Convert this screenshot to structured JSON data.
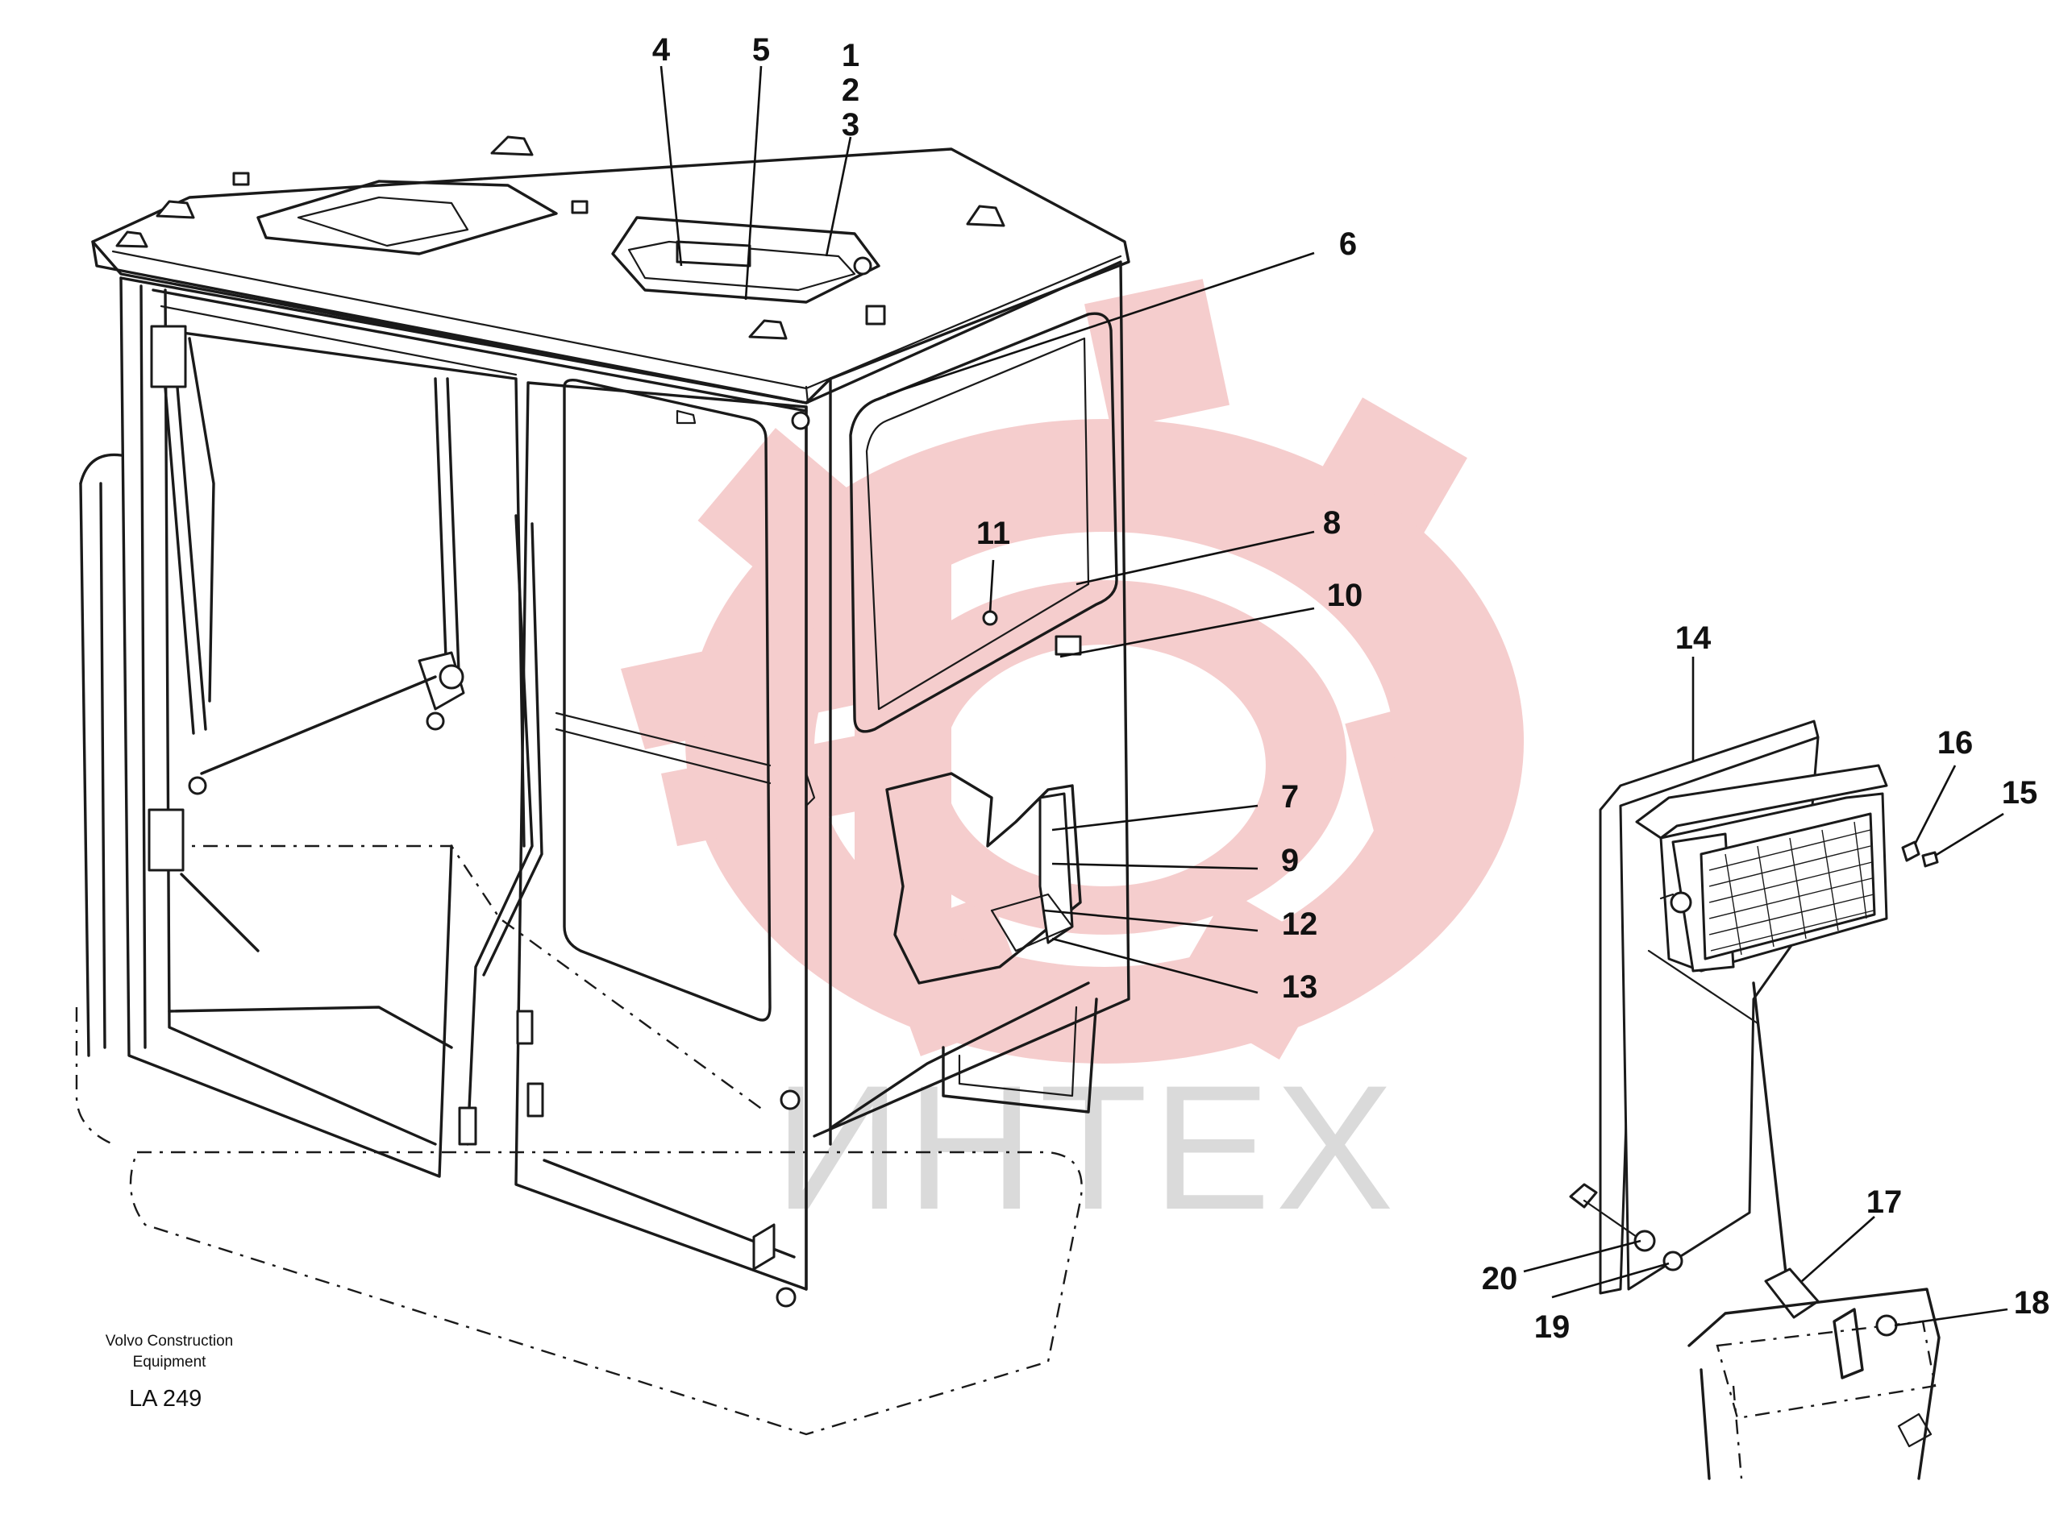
{
  "drawing": {
    "publisher_line1": "Volvo Construction",
    "publisher_line2": "Equipment",
    "drawing_code": "LA 249"
  },
  "watermark": {
    "text": "ИНТЕХ",
    "gear_color": "#f2b8b8",
    "text_color": "#d9d9d9"
  },
  "callouts": [
    "1",
    "2",
    "3",
    "4",
    "5",
    "6",
    "7",
    "8",
    "9",
    "10",
    "11",
    "12",
    "13",
    "14",
    "15",
    "16",
    "17",
    "18",
    "19",
    "20"
  ],
  "line_color": "#1a1a1a"
}
